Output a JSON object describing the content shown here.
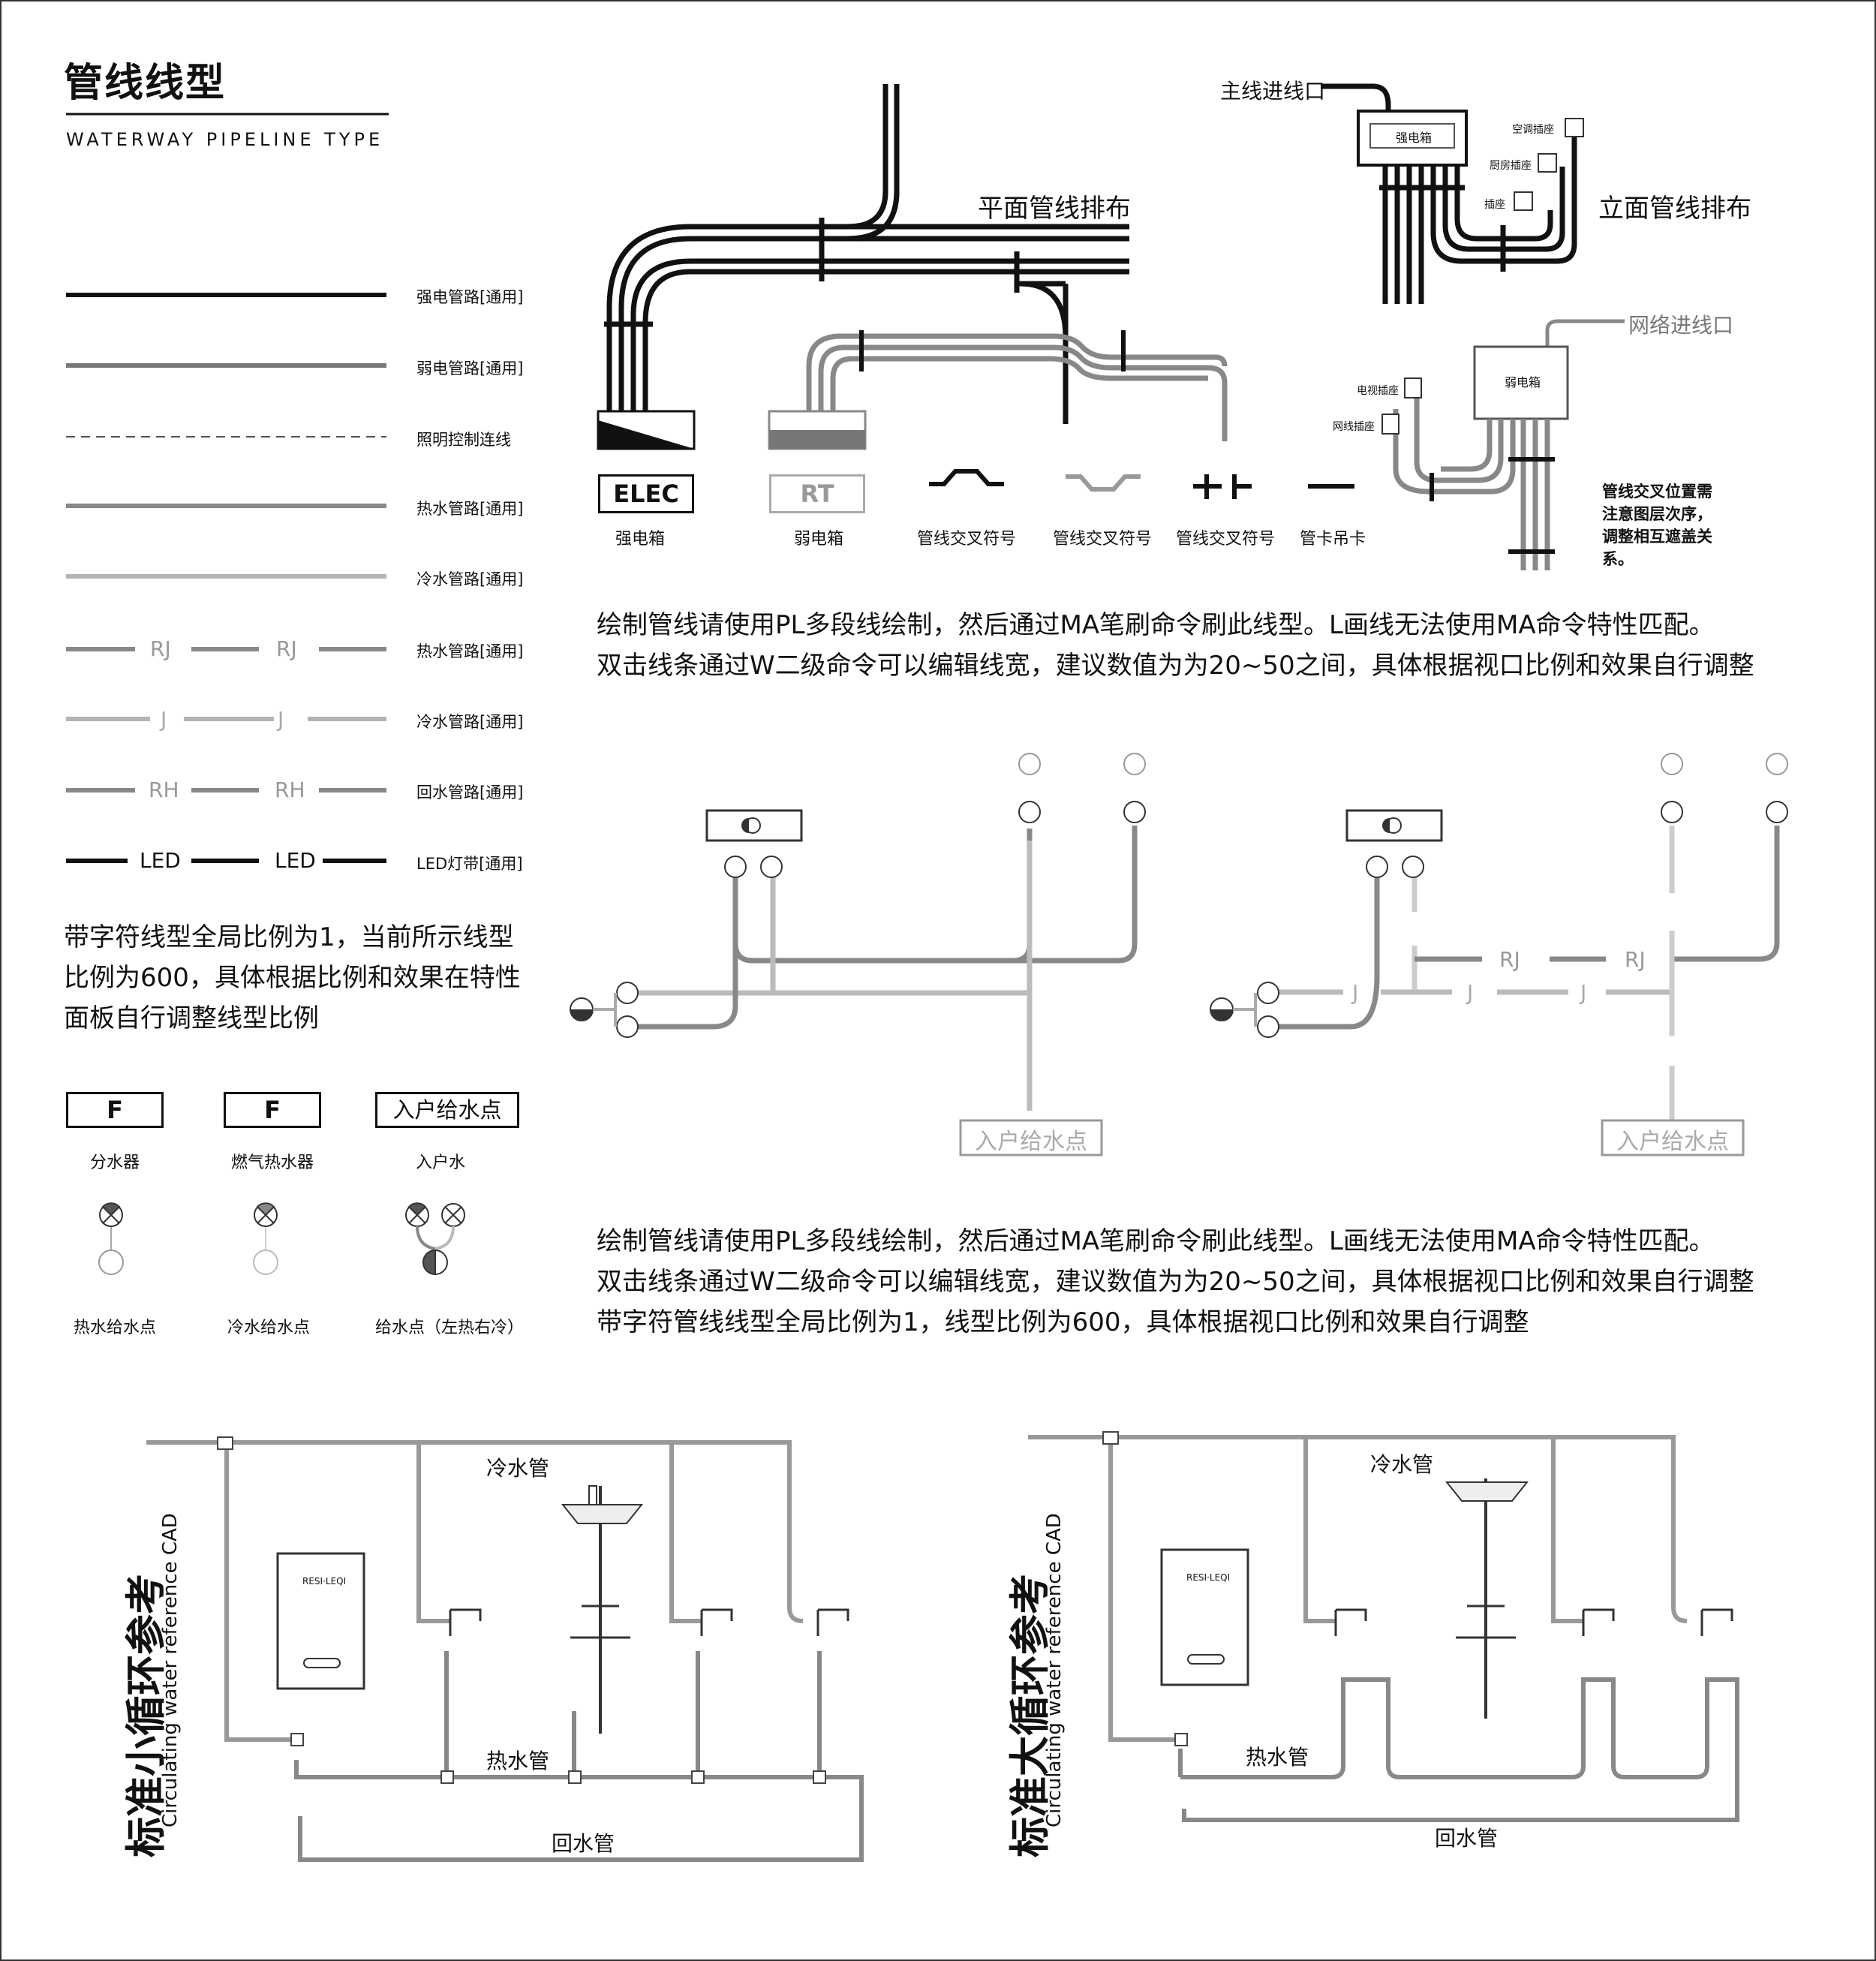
{
  "header": {
    "title": "管线线型",
    "subtitle": "WATERWAY PIPELINE TYPE"
  },
  "legend": {
    "items": [
      {
        "label": "强电管路[通用]",
        "color": "#111111",
        "style": "solid-thick"
      },
      {
        "label": "弱电管路[通用]",
        "color": "#777777",
        "style": "solid"
      },
      {
        "label": "照明控制连线",
        "color": "#555555",
        "style": "dashed"
      },
      {
        "label": "热水管路[通用]",
        "color": "#888888",
        "style": "solid"
      },
      {
        "label": "冷水管路[通用]",
        "color": "#aaaaaa",
        "style": "solid"
      },
      {
        "label": "热水管路[通用]",
        "tag": "RJ",
        "color": "#888888",
        "style": "tagged"
      },
      {
        "label": "冷水管路[通用]",
        "tag": "J",
        "color": "#aaaaaa",
        "style": "tagged"
      },
      {
        "label": "回水管路[通用]",
        "tag": "RH",
        "color": "#888888",
        "style": "tagged"
      },
      {
        "label": "LED灯带[通用]",
        "tag": "LED",
        "color": "#111111",
        "style": "tagged"
      }
    ],
    "note": [
      "带字符线型全局比例为1，当前所示线型",
      "比例为600，具体根据比例和效果在特性",
      "面板自行调整线型比例"
    ]
  },
  "symbols": {
    "boxes": [
      {
        "text": "F",
        "label": "分水器"
      },
      {
        "text": "F",
        "label": "燃气热水器"
      },
      {
        "text": "入户给水点",
        "label": "入户水"
      }
    ],
    "points": [
      "热水给水点",
      "冷水给水点",
      "给水点（左热右冷）"
    ]
  },
  "top_diagram": {
    "plan_title": "平面管线排布",
    "elevation_title": "立面管线排布",
    "elec_box": "ELEC",
    "elec_label": "强电箱",
    "rt_box": "RT",
    "rt_label": "弱电箱",
    "cross_labels": [
      "管线交叉符号",
      "管线交叉符号",
      "管线交叉符号"
    ],
    "clamp_label": "管卡吊卡",
    "main_inlet": "主线进线口",
    "strong_box": "强电箱",
    "socket_ac": "空调插座",
    "socket_kitchen": "厨房插座",
    "socket": "插座",
    "net_inlet": "网络进线口",
    "weak_box": "弱电箱",
    "tv_socket": "电视插座",
    "net_socket": "网线插座",
    "note": [
      "管线交叉位置需",
      "注意图层次序，",
      "调整相互遮盖关",
      "系。"
    ],
    "paragraph": [
      "绘制管线请使用PL多段线绘制，然后通过MA笔刷命令刷此线型。L画线无法使用MA命令特性匹配。",
      "双击线条通过W二级命令可以编辑线宽，建议数值为为20~50之间，具体根据视口比例和效果自行调整"
    ]
  },
  "middle_diagram": {
    "inlet_left": "入户给水点",
    "inlet_right": "入户给水点",
    "tags": [
      "RJ",
      "RJ",
      "J",
      "J",
      "J"
    ],
    "paragraph": [
      "绘制管线请使用PL多段线绘制，然后通过MA笔刷命令刷此线型。L画线无法使用MA命令特性匹配。",
      "双击线条通过W二级命令可以编辑线宽，建议数值为为20~50之间，具体根据视口比例和效果自行调整",
      "带字符管线线型全局比例为1，线型比例为600，具体根据视口比例和效果自行调整"
    ]
  },
  "bottom_diagrams": [
    {
      "title_cn": "标准小循环参考",
      "title_en": "Circulating water reference CAD",
      "cold": "冷水管",
      "hot": "热水管",
      "return": "回水管",
      "heater_brand": "RESI·LEQI"
    },
    {
      "title_cn": "标准大循环参考",
      "title_en": "Circulating water reference CAD",
      "cold": "冷水管",
      "hot": "热水管",
      "return": "回水管",
      "heater_brand": "RESI·LEQI"
    }
  ],
  "colors": {
    "strong": "#111111",
    "weak": "#7a7a7a",
    "hot": "#8a8a8a",
    "cold": "#b4b4b4"
  }
}
